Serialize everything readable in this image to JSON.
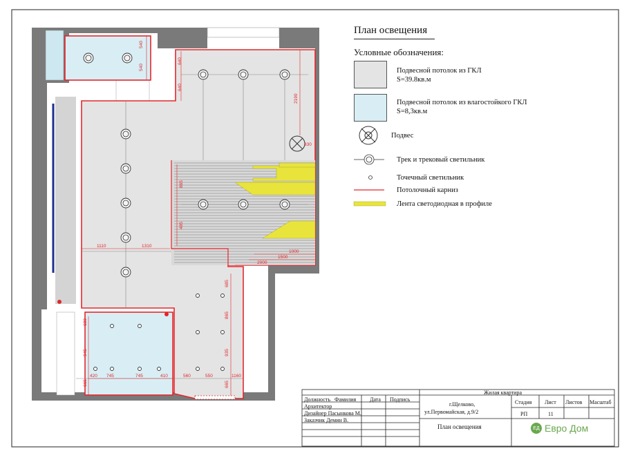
{
  "plan": {
    "title": "План освещения",
    "legend_heading": "Условные обозначения:",
    "legend": {
      "gkl_ceiling": {
        "line1": "Подвесной потолок из ГКЛ",
        "line2": "S=39.8кв.м"
      },
      "moisture_ceiling": {
        "line1": "Подвесной потолок из влагостойкого ГКЛ",
        "line2": "S=8,3кв.м"
      },
      "pendant": "Подвес",
      "track": "Трек и трековый светильник",
      "spot": "Точечный светильник",
      "cornice": "Потолочный карниз",
      "led_strip": "Лента светодиодная в профиле"
    },
    "colors": {
      "wall": "#7a7a7a",
      "ceiling": "#e4e4e4",
      "wet_ceiling": "#d8eef4",
      "cornice": "#e3262b",
      "led": "#e8e43c",
      "dim": "#e3262b"
    },
    "dimensions": {
      "d540a": "540",
      "d540b": "540",
      "d640a": "640",
      "d640b": "640",
      "d2190": "2190",
      "d330": "330",
      "d865a": "865",
      "d485": "485",
      "d1110": "1110",
      "d1310": "1310",
      "d1000": "1000",
      "d1500": "1500",
      "d2000": "2000",
      "d685": "685",
      "d865b": "865",
      "d935": "935",
      "d665a": "665",
      "d680": "680",
      "d945": "945",
      "d665b": "665",
      "d420": "420",
      "d745a": "745",
      "d745b": "745",
      "d410": "410",
      "d560": "560",
      "d550": "550",
      "d1160": "1160"
    }
  },
  "stamp": {
    "project": "Жилая квартира",
    "address_line1": "г.Щелково,",
    "address_line2": "ул.Первомайская, д.9/2",
    "h_role": "Должность",
    "h_name": "Фамилия",
    "h_date": "Дата",
    "h_sign": "Подпись",
    "architect": "Архитектор",
    "designer": "Дизайнер Пасынкова М.",
    "client": "Заказчик  Демин В.",
    "h_stage": "Стадия",
    "h_sheet": "Лист",
    "h_sheets": "Листов",
    "h_scale": "Масштаб",
    "stage": "РП",
    "sheet": "11",
    "drawing": "План освещения",
    "logo_mark": "ЕД",
    "logo_text": "Евро Дом"
  }
}
